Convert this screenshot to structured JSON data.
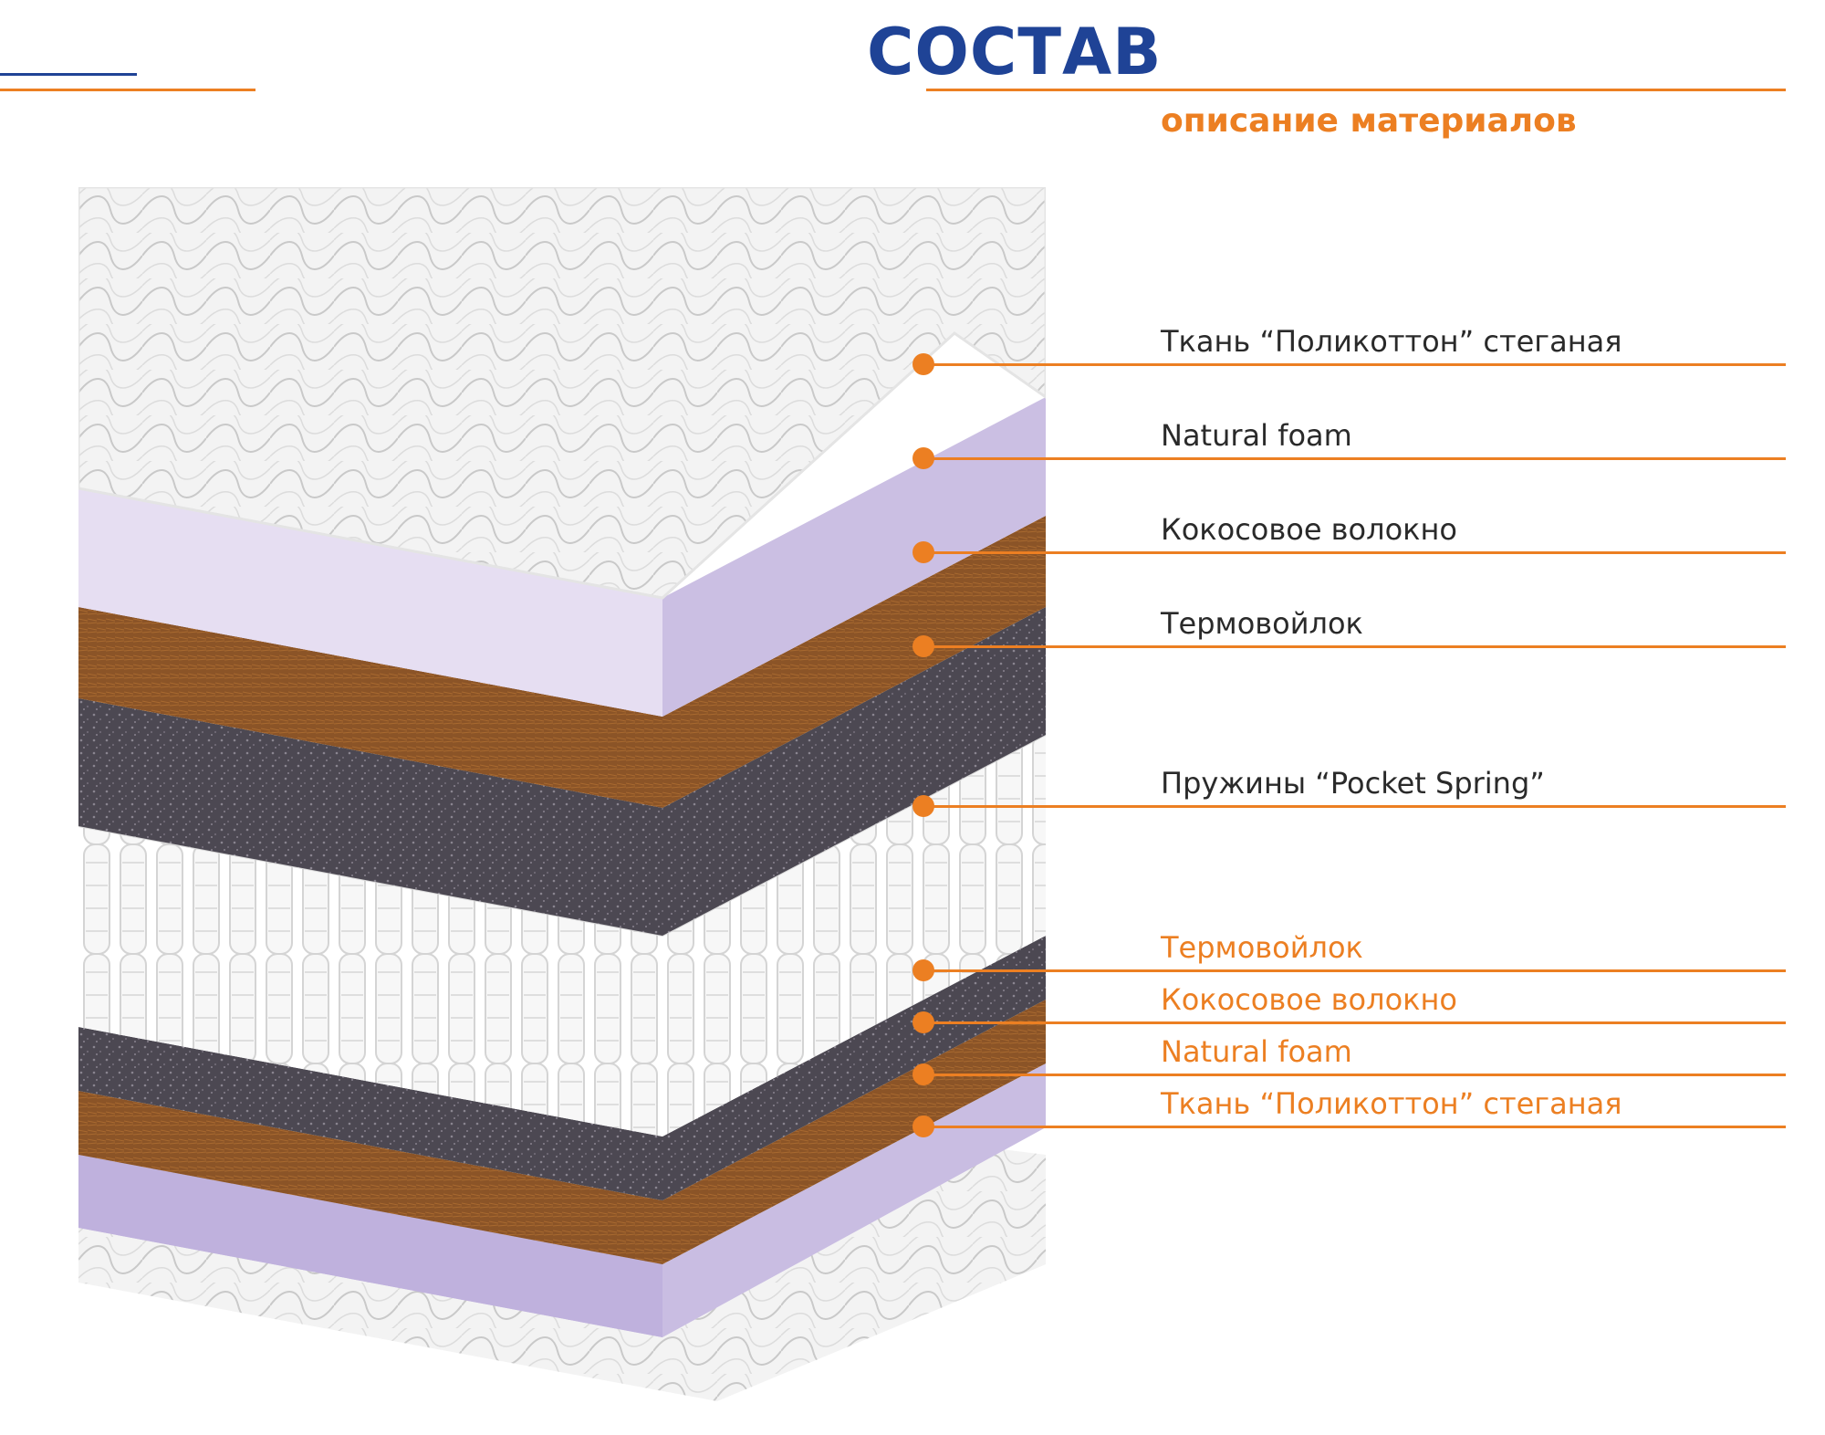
{
  "header": {
    "title": "СОСТАВ",
    "subtitle": "описание материалов"
  },
  "colors": {
    "brand_blue": "#1f4396",
    "accent_orange": "#ec7f22",
    "text_dark": "#2a2a2a",
    "quilted_fabric": "#f2f2f2",
    "natural_foam": "#cbbfe3",
    "coconut_fiber": "#8a5226",
    "thermal_felt": "#4a4650",
    "pocket_spring": "#ffffff"
  },
  "layers_top": [
    {
      "label": "Ткань “Поликоттон” стеганая",
      "material": "quilted-fabric"
    },
    {
      "label": "Natural foam",
      "material": "natural-foam"
    },
    {
      "label": "Кокосовое волокно",
      "material": "coconut-fiber"
    },
    {
      "label": "Термовойлок",
      "material": "thermal-felt"
    },
    {
      "label": "Пружины “Pocket Spring”",
      "material": "pocket-spring"
    }
  ],
  "layers_bottom": [
    {
      "label": "Термовойлок",
      "material": "thermal-felt"
    },
    {
      "label": "Кокосовое волокно",
      "material": "coconut-fiber"
    },
    {
      "label": "Natural foam",
      "material": "natural-foam"
    },
    {
      "label": "Ткань “Поликоттон” стеганая",
      "material": "quilted-fabric"
    }
  ]
}
